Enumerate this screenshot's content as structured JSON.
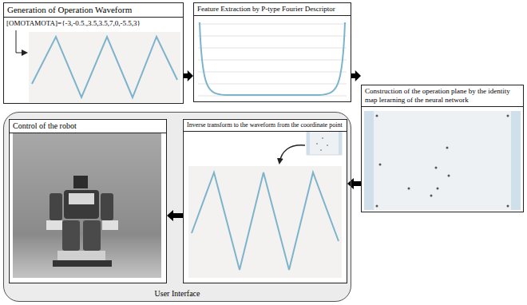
{
  "diagram": {
    "nodes": [
      {
        "text": [
          "Generation of Operation Waveform"
        ]
      },
      {
        "text": [
          "Feature Extraction by P-type Fourier Descriptor"
        ]
      },
      {
        "text": [
          "Construction of the operation plane by the identity map lerarning of the neural network"
        ]
      },
      {
        "text": [
          "User Interface"
        ]
      },
      {
        "text": [
          "Control of the robot"
        ],
        "in": 3
      },
      {
        "text": [
          "Inverse transform to the waveform from the coordinate point"
        ],
        "in": 3
      }
    ],
    "edges": [
      {
        "from": 0,
        "to": 1,
        "arrow": "to"
      },
      {
        "from": 1,
        "to": 2,
        "arrow": "to"
      },
      {
        "from": 2,
        "to": 5,
        "arrow": "to"
      },
      {
        "from": 5,
        "to": 4,
        "arrow": "to"
      }
    ],
    "labels": [
      "[OMOTAMOTA]={-3,-0.5.,3.5,3.5,7,0,-5.5,3}"
    ]
  }
}
